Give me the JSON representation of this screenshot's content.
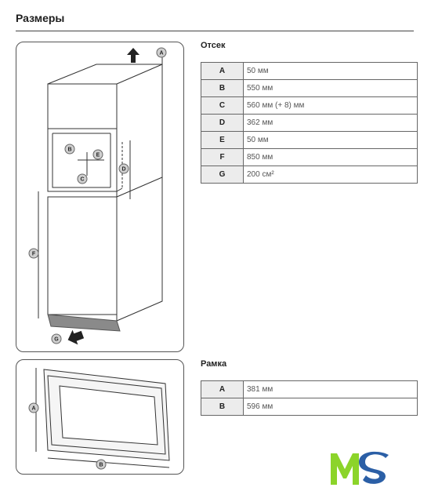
{
  "header": {
    "title": "Размеры"
  },
  "compartment": {
    "heading": "Отсек",
    "rows": [
      {
        "key": "A",
        "value": "50 мм"
      },
      {
        "key": "B",
        "value": "550 мм"
      },
      {
        "key": "C",
        "value": "560 мм (+ 8) мм"
      },
      {
        "key": "D",
        "value": "362 мм"
      },
      {
        "key": "E",
        "value": "50 мм"
      },
      {
        "key": "F",
        "value": "850 мм"
      },
      {
        "key": "G",
        "value": "200 см²"
      }
    ]
  },
  "frame": {
    "heading": "Рамка",
    "rows": [
      {
        "key": "A",
        "value": "381 мм"
      },
      {
        "key": "B",
        "value": "596 мм"
      }
    ]
  },
  "diagram_labels": {
    "cabinet": [
      "A",
      "B",
      "E",
      "C",
      "D",
      "F",
      "G"
    ],
    "frame": [
      "A",
      "B"
    ]
  },
  "logo": {
    "brand": "MS",
    "colors": {
      "m": "#8cd42a",
      "s": "#2b5fa6"
    }
  }
}
